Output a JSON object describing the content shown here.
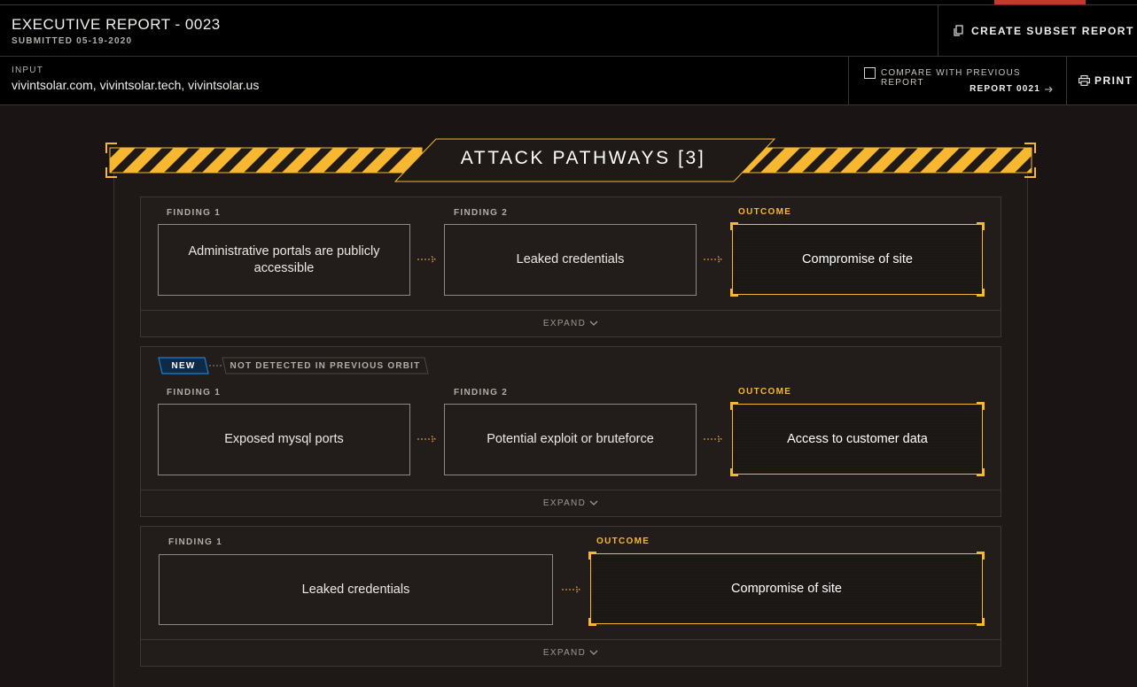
{
  "header": {
    "title": "EXECUTIVE REPORT - 0023",
    "submitted": "SUBMITTED 05-19-2020",
    "create_subset_label": "CREATE SUBSET REPORT"
  },
  "input_bar": {
    "label": "INPUT",
    "value": "vivintsolar.com, vivintsolar.tech, vivintsolar.us",
    "compare_label": "COMPARE WITH PREVIOUS REPORT",
    "compare_checked": false,
    "compare_report": "REPORT 0021",
    "print_label": "PRINT"
  },
  "section": {
    "title": "ATTACK PATHWAYS [3]"
  },
  "pathways": [
    {
      "finding1_label": "FINDING 1",
      "finding1": "Administrative portals are publicly accessible",
      "finding2_label": "FINDING 2",
      "finding2": "Leaked credentials",
      "outcome_label": "OUTCOME",
      "outcome": "Compromise of site",
      "expand_label": "EXPAND"
    },
    {
      "badge_new": "NEW",
      "badge_note": "NOT DETECTED IN PREVIOUS ORBIT",
      "finding1_label": "FINDING 1",
      "finding1": "Exposed mysql ports",
      "finding2_label": "FINDING 2",
      "finding2": "Potential exploit or bruteforce",
      "outcome_label": "OUTCOME",
      "outcome": "Access to customer data",
      "expand_label": "EXPAND"
    },
    {
      "finding1_label": "FINDING 1",
      "finding1": "Leaked credentials",
      "outcome_label": "OUTCOME",
      "outcome": "Compromise of site",
      "expand_label": "EXPAND"
    }
  ],
  "colors": {
    "accent": "#f7b731",
    "new_badge": "#1d7fd1",
    "alert_bar": "#c23a2b"
  }
}
